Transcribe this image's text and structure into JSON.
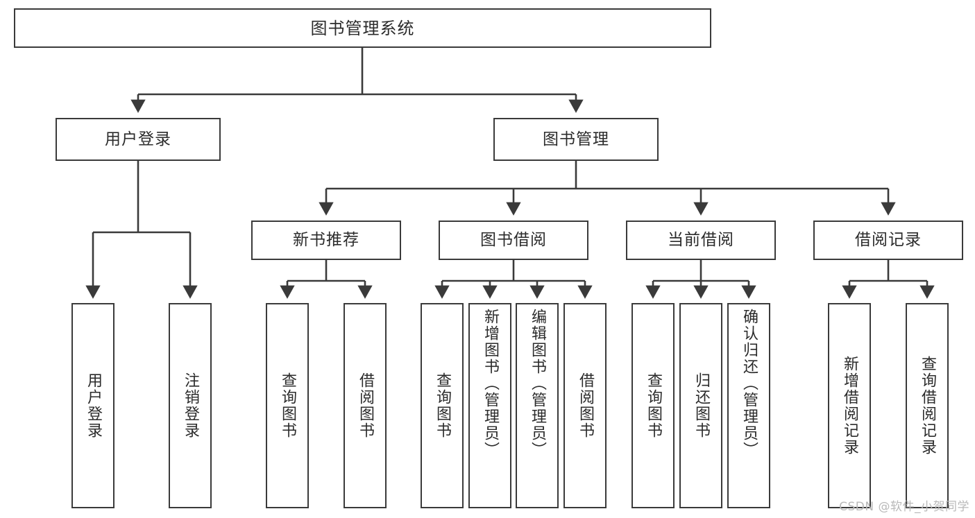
{
  "diagram": {
    "title": "图书管理系统",
    "type": "tree-hierarchy-chart",
    "watermark": "CSDN @软件_小贺同学",
    "colors": {
      "box_border": "#3a3a3a",
      "box_fill": "#ffffff",
      "connector": "#3a3a3a",
      "text": "#2b2b2b",
      "watermark": "#b9b9b9",
      "background": "#ffffff"
    },
    "root": {
      "label": "图书管理系统"
    },
    "level2": [
      {
        "label": "用户登录"
      },
      {
        "label": "图书管理"
      }
    ],
    "level3": [
      {
        "label": "新书推荐"
      },
      {
        "label": "图书借阅"
      },
      {
        "label": "当前借阅"
      },
      {
        "label": "借阅记录"
      }
    ],
    "leaves": {
      "user_login": [
        {
          "label": "用户登录"
        },
        {
          "label": "注销登录"
        }
      ],
      "new_book_recommend": [
        {
          "label": "查询图书"
        },
        {
          "label": "借阅图书"
        }
      ],
      "book_borrow": [
        {
          "label": "查询图书"
        },
        {
          "label": "新增图书（管理员）"
        },
        {
          "label": "编辑图书（管理员）"
        },
        {
          "label": "借阅图书"
        }
      ],
      "current_borrow": [
        {
          "label": "查询图书"
        },
        {
          "label": "归还图书"
        },
        {
          "label": "确认归还（管理员）"
        }
      ],
      "borrow_record": [
        {
          "label": "新增借阅记录"
        },
        {
          "label": "查询借阅记录"
        }
      ]
    }
  }
}
